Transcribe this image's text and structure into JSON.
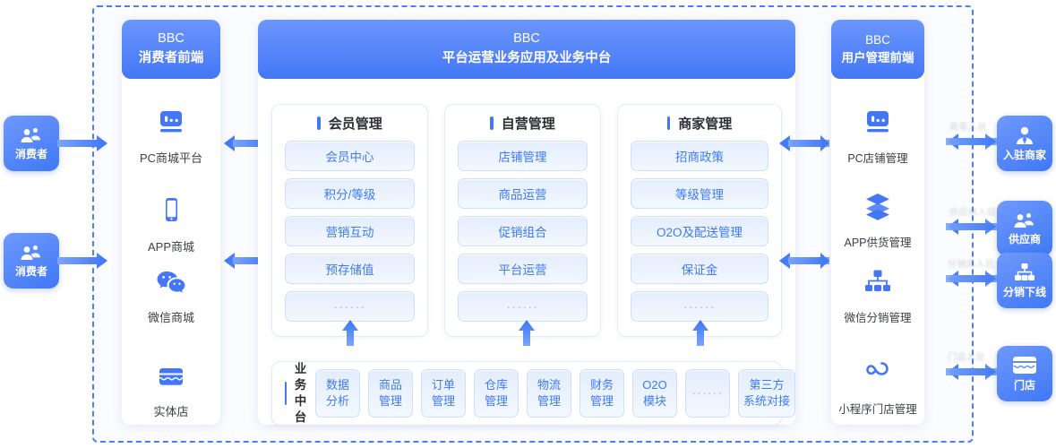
{
  "frame": {
    "accent": "#4a7dfc",
    "background": "#fbfcff"
  },
  "left_actors": [
    {
      "name": "consumer-1",
      "label": "消费者",
      "icon": "users-icon"
    },
    {
      "name": "consumer-2",
      "label": "消费者",
      "icon": "users-icon"
    }
  ],
  "consumer_front": {
    "header_line1": "BBC",
    "header_line2": "消费者前端",
    "channels": [
      {
        "icon": "monitor-icon",
        "label": "PC商城平台"
      },
      {
        "icon": "mobile-icon",
        "label": "APP商城"
      },
      {
        "icon": "wechat-icon",
        "label": "微信商城"
      },
      {
        "icon": "store-icon",
        "label": "实体店"
      }
    ]
  },
  "platform": {
    "header_line1": "BBC",
    "header_line2": "平台运营业务应用及业务中台",
    "columns": [
      {
        "title": "会员管理",
        "items": [
          "会员中心",
          "积分/等级",
          "营销互动",
          "预存储值",
          "······"
        ]
      },
      {
        "title": "自营管理",
        "items": [
          "店铺管理",
          "商品运营",
          "促销组合",
          "平台运营",
          "······"
        ]
      },
      {
        "title": "商家管理",
        "items": [
          "招商政策",
          "等级管理",
          "O2O及配送管理",
          "保证金",
          "······"
        ]
      }
    ],
    "middle_platform": {
      "title_line1": "业务",
      "title_line2": "中台",
      "modules": [
        {
          "line1": "数据",
          "line2": "分析"
        },
        {
          "line1": "商品",
          "line2": "管理"
        },
        {
          "line1": "订单",
          "line2": "管理"
        },
        {
          "line1": "仓库",
          "line2": "管理"
        },
        {
          "line1": "物流",
          "line2": "管理"
        },
        {
          "line1": "财务",
          "line2": "管理"
        },
        {
          "line1": "O2O",
          "line2": "模块"
        },
        {
          "line1": "······",
          "line2": ""
        },
        {
          "line1": "第三方",
          "line2": "系统对接"
        }
      ]
    }
  },
  "user_front": {
    "header_line1": "BBC",
    "header_line2": "用户管理前端",
    "channels": [
      {
        "icon": "monitor-icon",
        "label": "PC店铺管理"
      },
      {
        "icon": "layers-icon",
        "label": "APP供货管理"
      },
      {
        "icon": "org-tree-icon",
        "label": "微信分销管理"
      },
      {
        "icon": "miniprogram-icon",
        "label": "小程序门店管理"
      }
    ]
  },
  "right_actors": [
    {
      "name": "merchant",
      "label": "入驻商家",
      "icon": "user-tie-icon"
    },
    {
      "name": "supplier",
      "label": "供应商",
      "icon": "users-icon"
    },
    {
      "name": "distributor",
      "label": "分销下线",
      "icon": "org-tree-icon"
    },
    {
      "name": "shop",
      "label": "门店",
      "icon": "store-icon"
    }
  ],
  "colors": {
    "accent_blue": "#4377f6",
    "pill_text": "#3f7bf0",
    "pill_border": "#cfdff8",
    "label_text": "#3c4043"
  }
}
